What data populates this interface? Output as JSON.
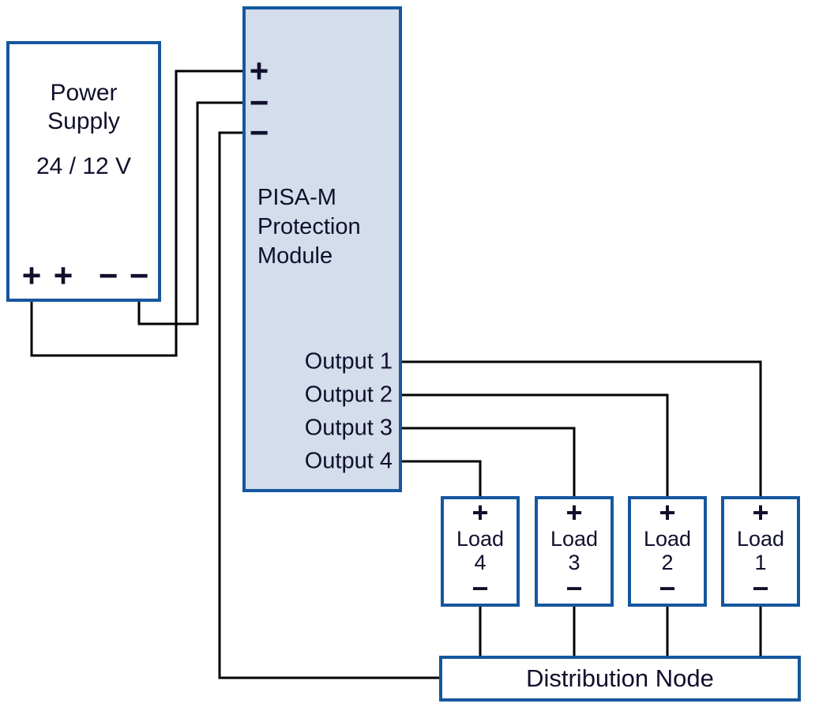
{
  "colors": {
    "box_border": "#15579f",
    "module_fill": "#d3ddec",
    "wire": "#000000",
    "text": "#10102c"
  },
  "power_supply": {
    "name_lines": [
      "Power",
      "Supply"
    ],
    "voltage": "24 / 12 V",
    "terminals": [
      "+",
      "+",
      "−",
      "−"
    ]
  },
  "module": {
    "input_terminals": [
      "+",
      "−",
      "−"
    ],
    "name_lines": [
      "PISA-M",
      "Protection",
      "Module"
    ],
    "outputs": [
      "Output 1",
      "Output 2",
      "Output 3",
      "Output 4"
    ]
  },
  "loads": [
    {
      "plus": "+",
      "name": "Load",
      "number": "4",
      "minus": "−"
    },
    {
      "plus": "+",
      "name": "Load",
      "number": "3",
      "minus": "−"
    },
    {
      "plus": "+",
      "name": "Load",
      "number": "2",
      "minus": "−"
    },
    {
      "plus": "+",
      "name": "Load",
      "number": "1",
      "minus": "−"
    }
  ],
  "distribution_node": {
    "label": "Distribution Node"
  }
}
